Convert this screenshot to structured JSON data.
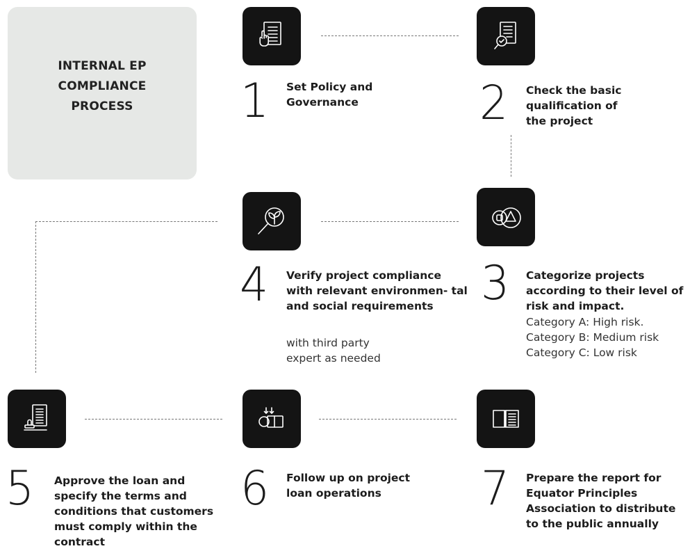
{
  "title": "INTERNAL EP COMPLIANCE PROCESS",
  "steps": [
    {
      "number": "1",
      "icon": "document-hand-icon",
      "text": "Set Policy and Governance"
    },
    {
      "number": "2",
      "icon": "document-check-icon",
      "text": "Check the basic qualification of the project"
    },
    {
      "number": "3",
      "icon": "shapes-icon",
      "text": "Categorize projects according to their level of risk and impact.",
      "details": [
        "Category A: High risk.",
        "Category B: Medium risk",
        "Category C: Low risk"
      ]
    },
    {
      "number": "4",
      "icon": "leaf-search-icon",
      "text": "Verify project compliance with relevant environmen- tal and social requirements",
      "note": "with third party expert as needed"
    },
    {
      "number": "5",
      "icon": "stamp-document-icon",
      "text": "Approve the loan and specify the terms and conditions that customers must comply within the contract"
    },
    {
      "number": "6",
      "icon": "loan-follow-icon",
      "text": "Follow up on project loan operations"
    },
    {
      "number": "7",
      "icon": "book-icon",
      "text": "Prepare the report for Equator Principles Association to distribute to the public annually"
    }
  ]
}
